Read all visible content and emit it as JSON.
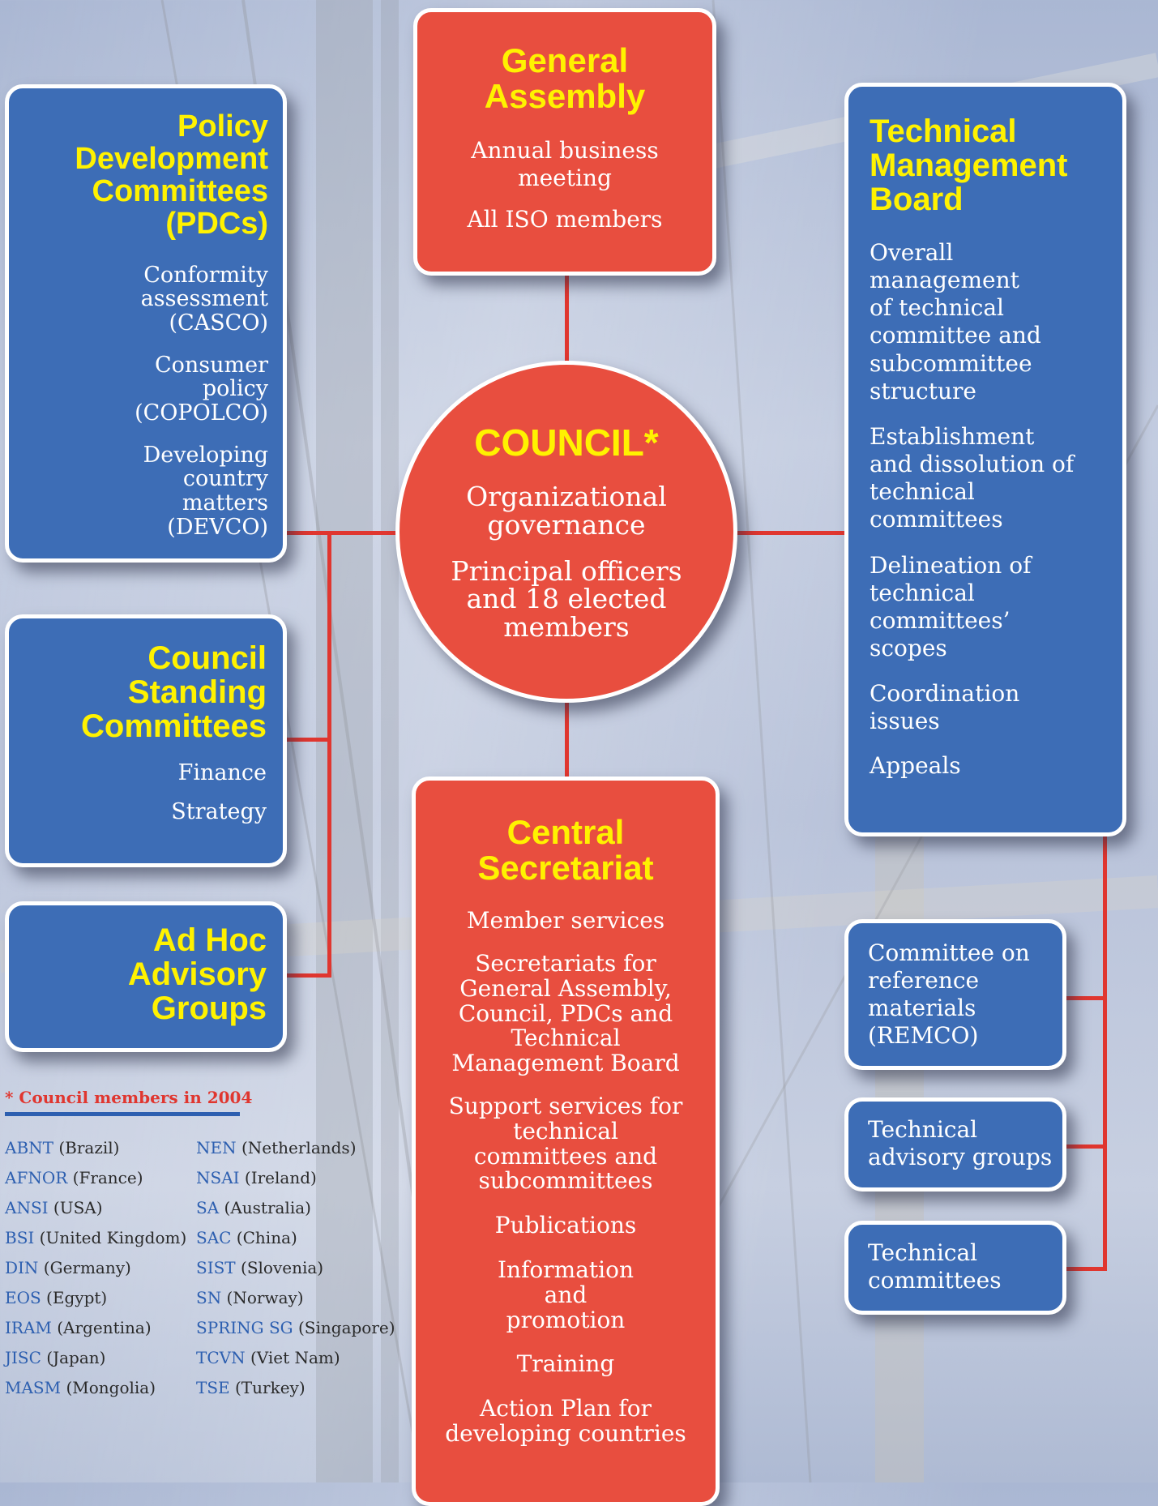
{
  "general_assembly": {
    "title": "General\nAssembly",
    "items": [
      "Annual business meeting",
      "All ISO members"
    ]
  },
  "council": {
    "title": "COUNCIL*",
    "items": [
      "Organizational governance",
      "Principal officers and 18 elected members"
    ]
  },
  "pdc": {
    "title": "Policy Development Committees (PDCs)",
    "items": [
      "Conformity assessment (CASCO)",
      "Consumer policy (COPOLCO)",
      "Developing country matters (DEVCO)"
    ]
  },
  "standing": {
    "title": "Council Standing Committees",
    "items": [
      "Finance",
      "Strategy"
    ]
  },
  "adhoc": {
    "title": "Ad Hoc Advisory Groups"
  },
  "tmb": {
    "title": "Technical Management Board",
    "items": [
      "Overall management of technical committee and subcommittee structure",
      "Establishment and dissolution of technical committees",
      "Delineation of technical committees’ scopes",
      "Coordination issues",
      "Appeals"
    ]
  },
  "secretariat": {
    "title": "Central Secretariat",
    "items": [
      "Member services",
      "Secretariats for General Assembly, Council, PDCs and Technical Management Board",
      "Support services for technical committees and subcommittees",
      "Publications",
      "Information and promotion",
      "Training",
      "Action Plan for developing countries"
    ]
  },
  "remco": {
    "label": "Committee on reference materials (REMCO)"
  },
  "tag": {
    "label": "Technical advisory groups"
  },
  "tc": {
    "label": "Technical committees"
  },
  "members": {
    "header": "* Council members in 2004",
    "col1": [
      {
        "abbr": "ABNT",
        "country": " (Brazil)"
      },
      {
        "abbr": "AFNOR",
        "country": " (France)"
      },
      {
        "abbr": "ANSI",
        "country": " (USA)"
      },
      {
        "abbr": "BSI",
        "country": " (United Kingdom)"
      },
      {
        "abbr": "DIN",
        "country": " (Germany)"
      },
      {
        "abbr": "EOS",
        "country": " (Egypt)"
      },
      {
        "abbr": "IRAM",
        "country": " (Argentina)"
      },
      {
        "abbr": "JISC",
        "country": " (Japan)"
      },
      {
        "abbr": "MASM",
        "country": " (Mongolia)"
      }
    ],
    "col2": [
      {
        "abbr": "NEN",
        "country": " (Netherlands)"
      },
      {
        "abbr": "NSAI",
        "country": " (Ireland)"
      },
      {
        "abbr": "SA",
        "country": " (Australia)"
      },
      {
        "abbr": "SAC",
        "country": " (China)"
      },
      {
        "abbr": "SIST",
        "country": " (Slovenia)"
      },
      {
        "abbr": "SN",
        "country": " (Norway)"
      },
      {
        "abbr": "SPRING SG",
        "country": " (Singapore)"
      },
      {
        "abbr": "TCVN",
        "country": " (Viet Nam)"
      },
      {
        "abbr": "TSE",
        "country": " (Turkey)"
      }
    ]
  }
}
